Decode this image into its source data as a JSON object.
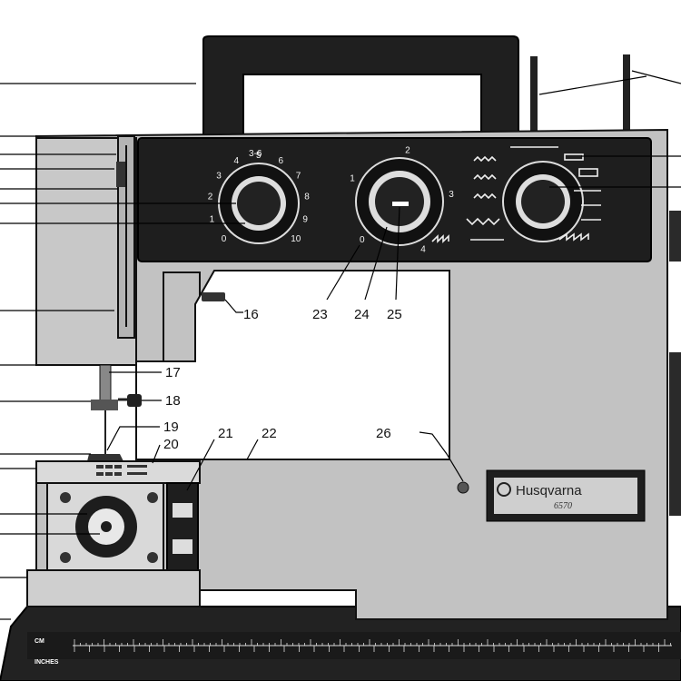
{
  "brand": {
    "name": "Husqvarna",
    "model": "6570"
  },
  "callouts": [
    "16",
    "17",
    "18",
    "19",
    "20",
    "21",
    "22",
    "23",
    "24",
    "25",
    "26"
  ],
  "dial_left_numbers": [
    "0",
    "1",
    "2",
    "3",
    "4",
    "5",
    "6",
    "7",
    "8",
    "9",
    "10"
  ],
  "dial_left_extra": "3-6",
  "dial_mid_numbers": [
    "0",
    "1",
    "2",
    "3",
    "4"
  ],
  "ruler": {
    "unit_top": "CM",
    "unit_bottom": "INCHES"
  },
  "colors": {
    "body": "#c2c2c2",
    "dark_panel": "#1e1e1e",
    "outline": "#111111",
    "paper": "#ffffff"
  },
  "icons": [
    "thread-spool-pin-icon",
    "stitch-selector-dial-icon",
    "bobbin-icon",
    "presser-foot-icon",
    "buttonhole-button-icon"
  ]
}
